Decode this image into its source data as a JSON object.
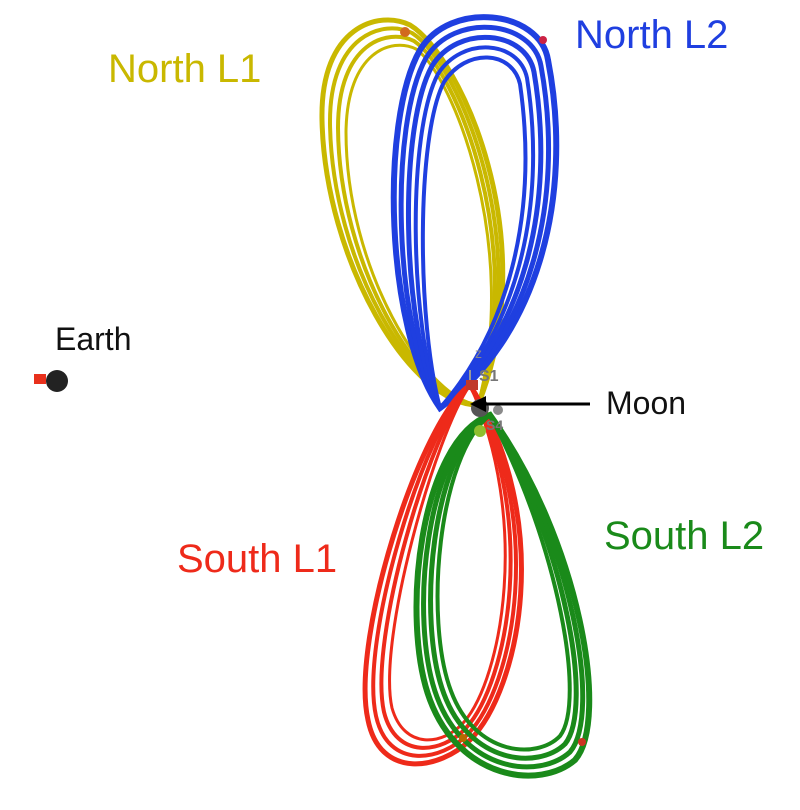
{
  "diagram": {
    "orbits": [
      {
        "id": "north-l1",
        "label": "North L1",
        "color": "#c9b800"
      },
      {
        "id": "north-l2",
        "label": "North L2",
        "color": "#1f3fe0"
      },
      {
        "id": "south-l1",
        "label": "South L1",
        "color": "#ee2a1a"
      },
      {
        "id": "south-l2",
        "label": "South L2",
        "color": "#1a8a1a"
      }
    ],
    "bodies": {
      "earth": {
        "label": "Earth",
        "color": "#222222",
        "marker_color": "#e8301c"
      },
      "moon": {
        "label": "Moon",
        "color": "#555555"
      }
    },
    "moon_marker_glyphs": {
      "axis": "z",
      "tag_top": "S1",
      "tag_bottom": "S4"
    }
  }
}
